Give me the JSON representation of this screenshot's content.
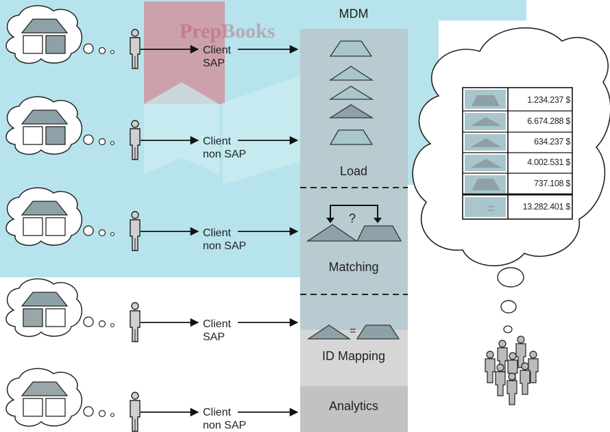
{
  "title": "MDM",
  "watermark": "PrepBooks",
  "clients": [
    {
      "line1": "Client",
      "line2": "SAP"
    },
    {
      "line1": "Client",
      "line2": "non SAP"
    },
    {
      "line1": "Client",
      "line2": "non SAP"
    },
    {
      "line1": "Client",
      "line2": "SAP"
    },
    {
      "line1": "Client",
      "line2": "non SAP"
    }
  ],
  "sections": {
    "load": "Load",
    "matching": "Matching",
    "question": "?",
    "id_mapping": "ID Mapping",
    "equals": "=",
    "analytics": "Analytics"
  },
  "table": {
    "rows": [
      {
        "shape": "trapezoid-icon",
        "value": "1.234.237 $"
      },
      {
        "shape": "triangle-icon",
        "value": "6.674.288 $"
      },
      {
        "shape": "triangle-icon",
        "value": "634.237 $"
      },
      {
        "shape": "triangle-icon",
        "value": "4.002.531 $"
      },
      {
        "shape": "trapezoid-icon",
        "value": "737.108 $"
      }
    ],
    "total_symbol": "=",
    "total": "13.282.401 $"
  },
  "colors": {
    "teal_band": "#b7e3ec",
    "mdm_column": "#d6d6d6",
    "shape_fill": "#8ea1a8",
    "stroke": "#333333",
    "watermark": "#b0303a"
  }
}
